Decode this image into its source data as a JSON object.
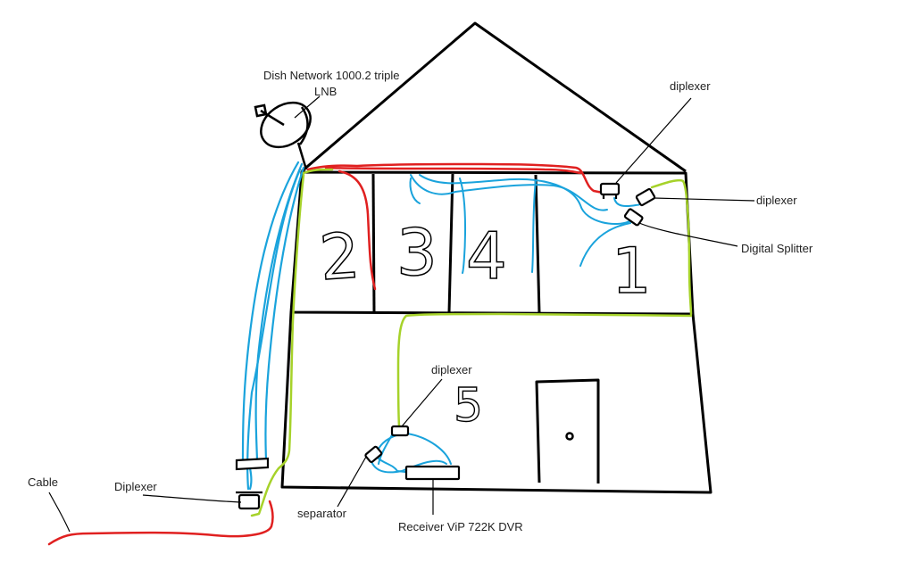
{
  "labels": {
    "dish_network": "Dish Network 1000.2 triple",
    "lnb": "LNB",
    "diplexer_top": "diplexer",
    "diplexer_right": "diplexer",
    "digital_splitter": "Digital Splitter",
    "diplexer_mid": "diplexer",
    "cable": "Cable",
    "diplexer_bottom": "Diplexer",
    "separator": "separator",
    "receiver": "Receiver ViP 722K DVR"
  },
  "rooms": {
    "r1": "1",
    "r2": "2",
    "r3": "3",
    "r4": "4",
    "r5": "5"
  },
  "colors": {
    "outline": "#000000",
    "satellite_wire": "#1aa3dc",
    "cable_wire": "#e02020",
    "ground_wire": "#a6d22a"
  }
}
